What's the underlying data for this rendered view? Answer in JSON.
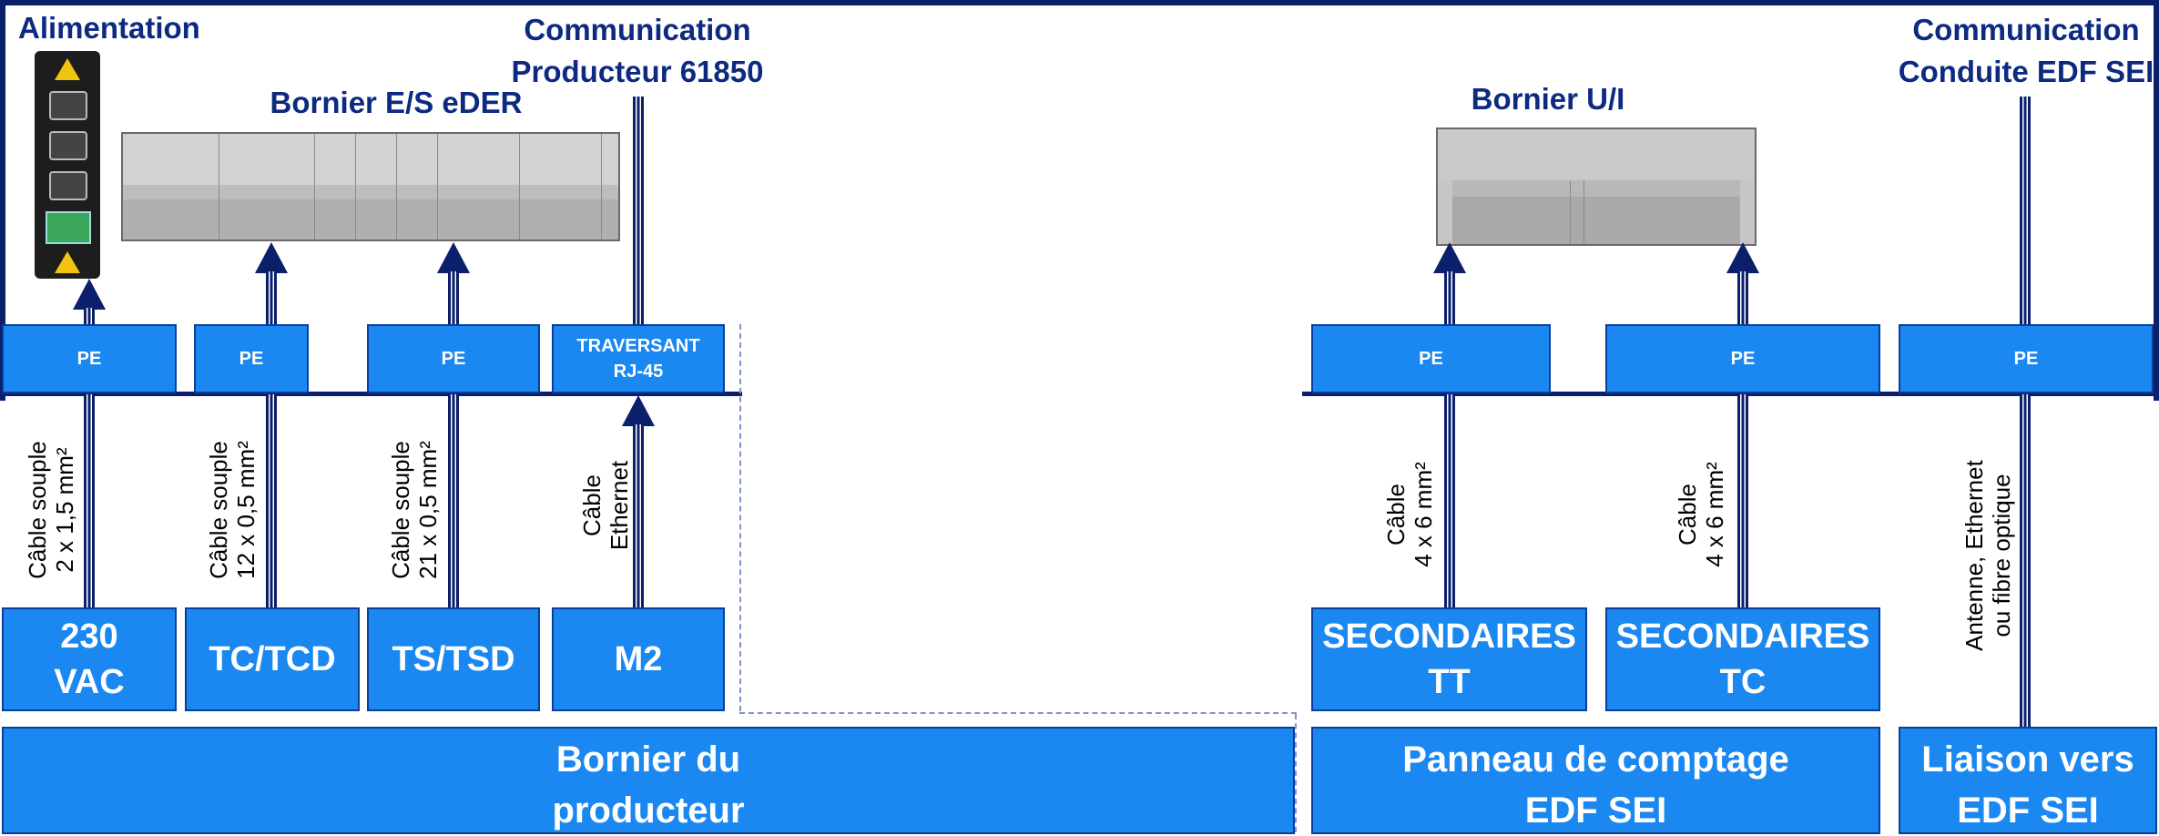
{
  "titles": {
    "alimentation": "Alimentation",
    "bornier_es": "Bornier E/S eDER",
    "comm_producteur_l1": "Communication",
    "comm_producteur_l2": "Producteur 61850",
    "bornier_ui": "Bornier U/I",
    "comm_conduite_l1": "Communication",
    "comm_conduite_l2": "Conduite EDF SEI"
  },
  "pe_boxes": [
    "PE",
    "PE",
    "PE",
    "TRAVERSANT\nRJ-45",
    "PE",
    "PE",
    "PE"
  ],
  "cable_labels": [
    "Câble souple\n2 x 1,5 mm²",
    "Câble souple\n12 x 0,5 mm²",
    "Câble souple\n21 x 0,5 mm²",
    "Câble\nEthernet",
    "Câble\n4 x 6 mm²",
    "Câble\n4 x 6 mm²",
    "Antenne, Ethernet\nou fibre optique"
  ],
  "devices": [
    "230\nVAC",
    "TC/TCD",
    "TS/TSD",
    "M2",
    "SECONDAIRES\nTT",
    "SECONDAIRES\nTC"
  ],
  "bottom_panels": [
    "Bornier du\nproducteur",
    "Panneau de comptage\nEDF SEI",
    "Liaison vers\nEDF SEI"
  ],
  "colors": {
    "box": "#1a88f0",
    "line": "#0b1f6b",
    "title": "#0d2a80"
  },
  "icons": [
    "power-supply-module",
    "eder-terminal-block",
    "ui-terminal-block"
  ]
}
